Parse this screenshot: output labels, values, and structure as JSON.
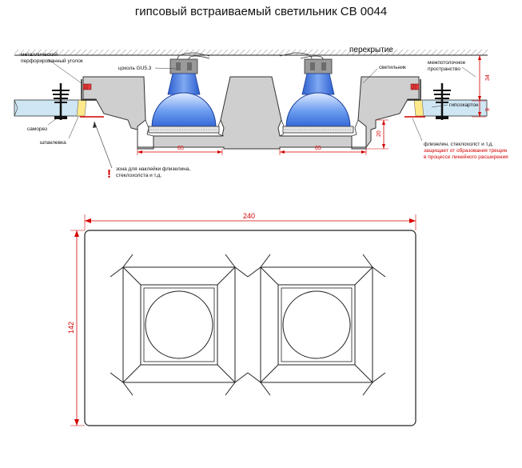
{
  "title": "гипсовый встраиваемый светильник CB 0044",
  "labels": {
    "ceiling": "перекрытие",
    "metal_corner_1": "металлический",
    "metal_corner_2": "перфорированный уголок",
    "socket": "цоколь GU5.3",
    "lamp": "светильник",
    "interceiling_1": "межпотолочное",
    "interceiling_2": "пространство",
    "drywall": "гипсокартон",
    "screw": "саморез",
    "putty": "шпаклевка",
    "zone_mark": "!",
    "zone_1": "зона для наклейки флизелина,",
    "zone_2": "стеклохолста и т.д.",
    "fleece": "флизелин, стеклохолст и т.д.",
    "protect_1": "защищает от образования трещин",
    "protect_2": "в процессе линейного расширения"
  },
  "dimensions": {
    "width_left": "65",
    "width_right": "65",
    "depth_total": "34",
    "height_bottom": "20",
    "board": "9",
    "overall_width": "240",
    "overall_height": "142"
  },
  "colors": {
    "dim_red": "#d40000",
    "lamp_blue": "#4a7fe0",
    "body_gray": "#cfcfcf",
    "board_blue": "#cfe6f4"
  }
}
